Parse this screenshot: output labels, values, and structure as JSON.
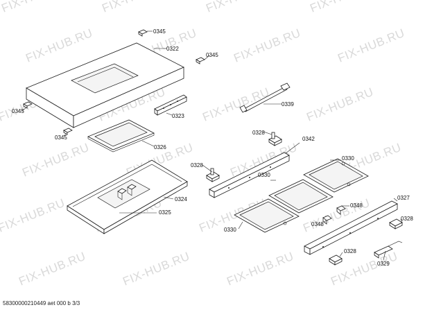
{
  "watermark": "FIX-HUB.RU",
  "footer": "58300000210449 aet 000 b 3/3",
  "parts": {
    "p0345a": "0345",
    "p0322": "0322",
    "p0345b": "0345",
    "p0345c": "0345",
    "p0345d": "0345",
    "p0323": "0323",
    "p0326": "0326",
    "p0339": "0339",
    "p0328a": "0328",
    "p0342": "0342",
    "p0328b": "0328",
    "p0330a": "0330",
    "p0330b": "0330",
    "p0324": "0324",
    "p0327": "0327",
    "p0348a": "0348",
    "p0348b": "0348",
    "p0325": "0325",
    "p0328c": "0328",
    "p0330c": "0330",
    "p0328d": "0328",
    "p0329": "0329"
  }
}
